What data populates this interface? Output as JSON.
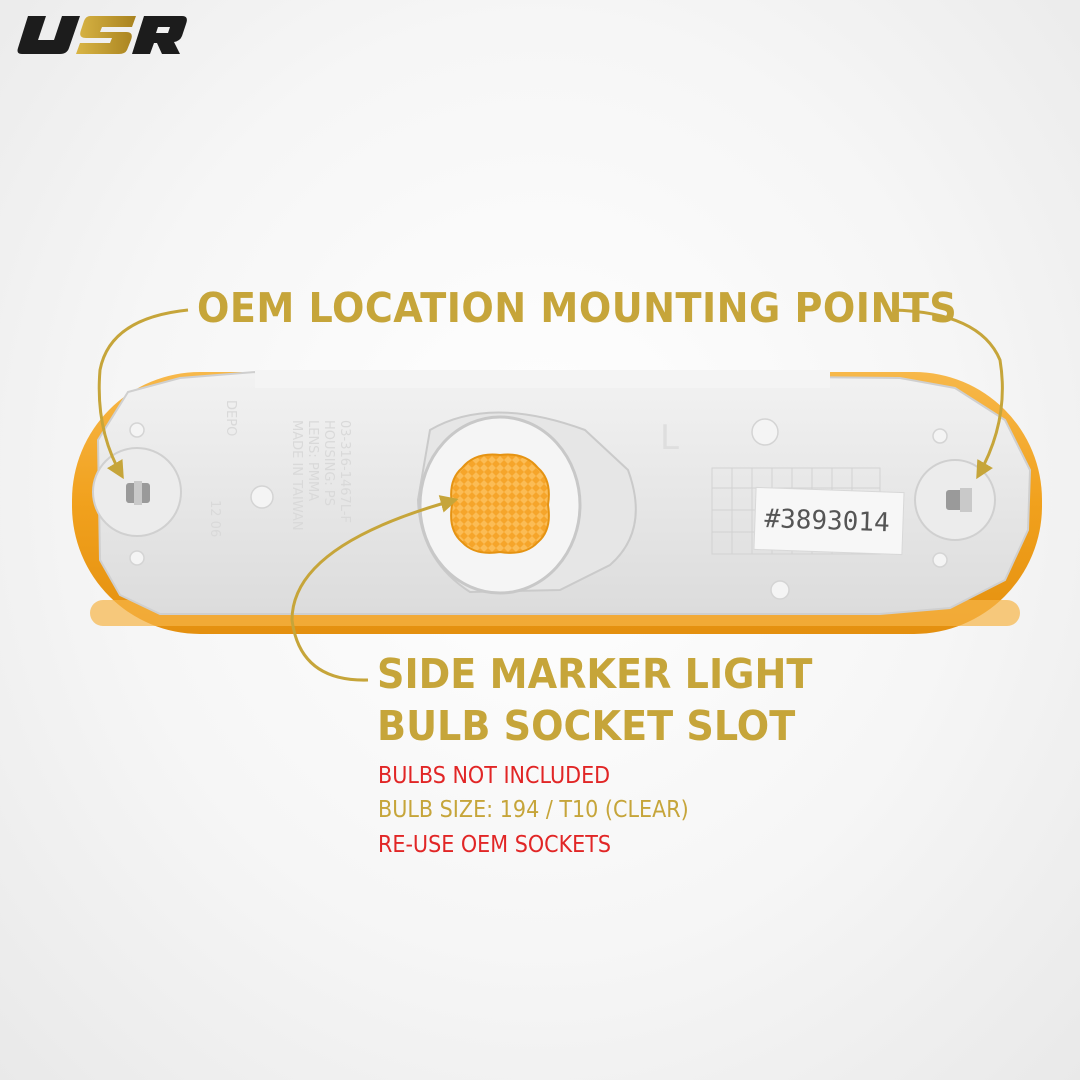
{
  "brand": {
    "logo_text": "USR",
    "colors": {
      "gold": "#c6a53a",
      "red": "#e12626",
      "dark": "#1c1c1c"
    }
  },
  "headline": "OEM LOCATION MOUNTING POINTS",
  "callout": {
    "title_line_1": "SIDE MARKER LIGHT",
    "title_line_2": "BULB SOCKET SLOT"
  },
  "notes": {
    "line_1": "BULBS NOT INCLUDED",
    "line_2": "BULB SIZE: 194 / T10 (CLEAR)",
    "line_3": "RE-USE OEM SOCKETS"
  },
  "product": {
    "sticker_text": "#3893014",
    "emboss_brand": "DEPO",
    "emboss_date": "12 06",
    "emboss_lines": [
      "03-316-1467L-F",
      "HOUSING: PS",
      "LENS: PMMA",
      "MADE IN TAIWAN"
    ],
    "emboss_letter": "L",
    "lens_color": "#f3a21f"
  }
}
